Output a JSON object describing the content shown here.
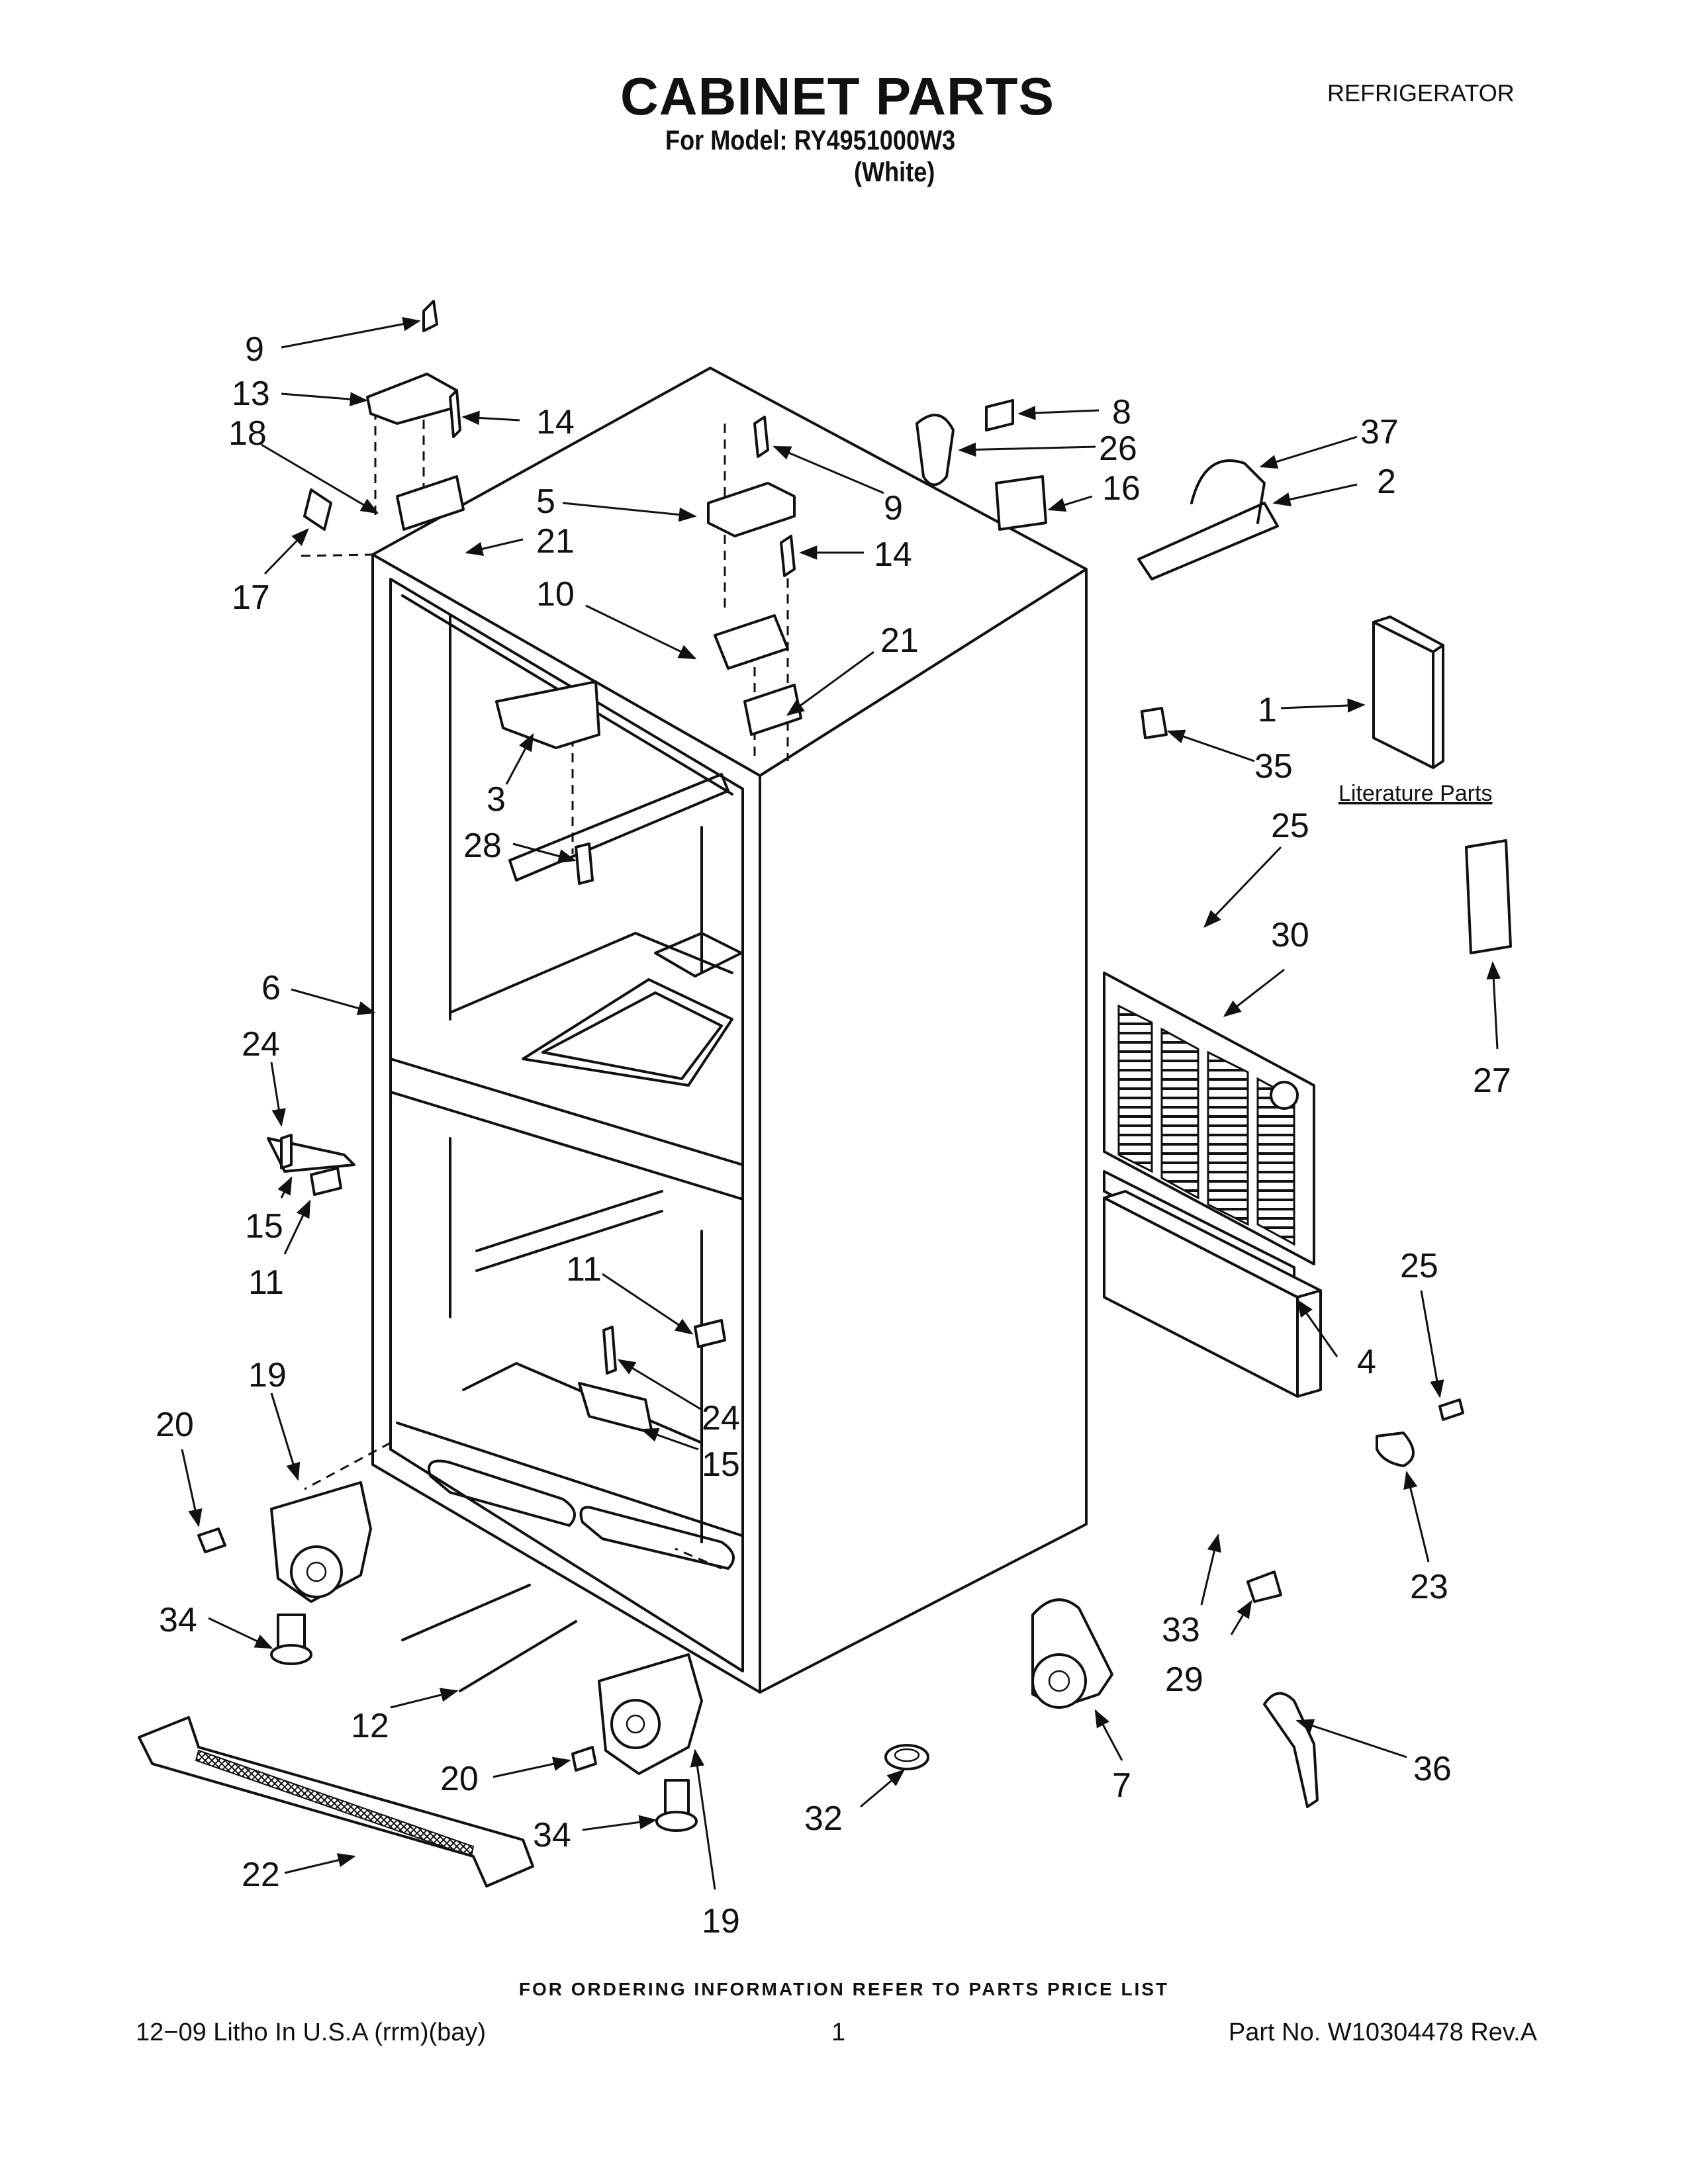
{
  "header": {
    "title": "CABINET PARTS",
    "model_line": "For Model: RY4951000W3",
    "color_line": "(White)",
    "category": "REFRIGERATOR"
  },
  "diagram": {
    "literature_label": "Literature Parts",
    "callouts": {
      "c9a": "9",
      "c13": "13",
      "c14a": "14",
      "c18": "18",
      "c17": "17",
      "c21a": "21",
      "c5": "5",
      "c9b": "9",
      "c14b": "14",
      "c10": "10",
      "c21b": "21",
      "c8": "8",
      "c26": "26",
      "c16": "16",
      "c37": "37",
      "c2": "2",
      "c1": "1",
      "c35": "35",
      "c25a": "25",
      "c30": "30",
      "c27": "27",
      "c3": "3",
      "c28": "28",
      "c6": "6",
      "c24a": "24",
      "c15a": "15",
      "c11a": "11",
      "c11b": "11",
      "c24b": "24",
      "c15b": "15",
      "c4": "4",
      "c25b": "25",
      "c23": "23",
      "c19a": "19",
      "c20a": "20",
      "c34a": "34",
      "c12": "12",
      "c20b": "20",
      "c34b": "34",
      "c19b": "19",
      "c22": "22",
      "c32": "32",
      "c7": "7",
      "c33": "33",
      "c29": "29",
      "c36": "36"
    }
  },
  "footer": {
    "order_info": "FOR ORDERING INFORMATION REFER TO PARTS PRICE LIST",
    "litho": "12−09 Litho In U.S.A (rrm)(bay)",
    "page": "1",
    "part_no": "Part No. W10304478 Rev.A"
  }
}
